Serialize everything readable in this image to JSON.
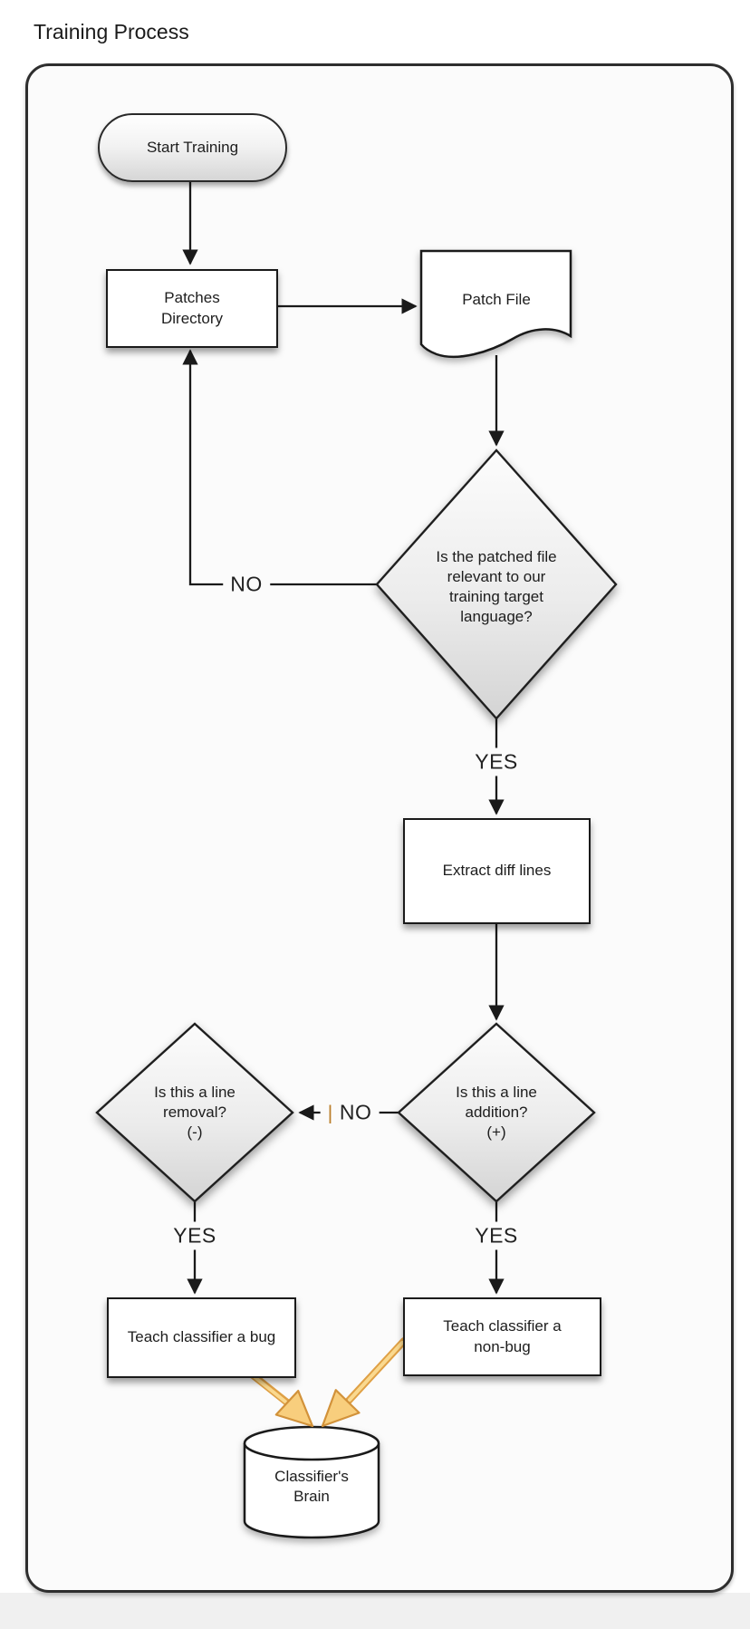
{
  "title": "Training Process",
  "colors": {
    "frame_background": "#fbfbfb",
    "node_border": "#1a1a1a",
    "diamond_fill_top": "#fbfbfb",
    "diamond_fill_bottom": "#d6d6d6",
    "connector": "#1a1a1a",
    "accent_arrow_fill": "#f8ce7d",
    "accent_arrow_stroke": "#d2923a",
    "pipe_accent": "#ba7e2a",
    "page_bottom_strip": "#f0f0f0"
  },
  "flowchart": {
    "nodes": {
      "start": {
        "type": "terminator",
        "label": "Start Training"
      },
      "patches_dir": {
        "type": "process",
        "label": "Patches Directory"
      },
      "patch_file": {
        "type": "document",
        "label": "Patch File"
      },
      "relevance_decision": {
        "type": "decision",
        "label": "Is the patched file relevant to our training target language?"
      },
      "extract": {
        "type": "process",
        "label": "Extract diff lines"
      },
      "removal_decision": {
        "type": "decision",
        "label": "Is this a line removal?",
        "sub": "(-)"
      },
      "addition_decision": {
        "type": "decision",
        "label": "Is this a line addition?",
        "sub": "(+)"
      },
      "teach_bug": {
        "type": "process",
        "label": "Teach classifier a bug"
      },
      "teach_nonbug": {
        "type": "process",
        "label": "Teach classifier a non-bug"
      },
      "brain": {
        "type": "database",
        "label": "Classifier's Brain"
      }
    },
    "edges": {
      "no_to_patches": "NO",
      "yes_to_extract": "YES",
      "no_to_removal_prefix": "|",
      "no_to_removal": "NO",
      "yes_to_teach_bug": "YES",
      "yes_to_teach_nonbug": "YES"
    }
  }
}
